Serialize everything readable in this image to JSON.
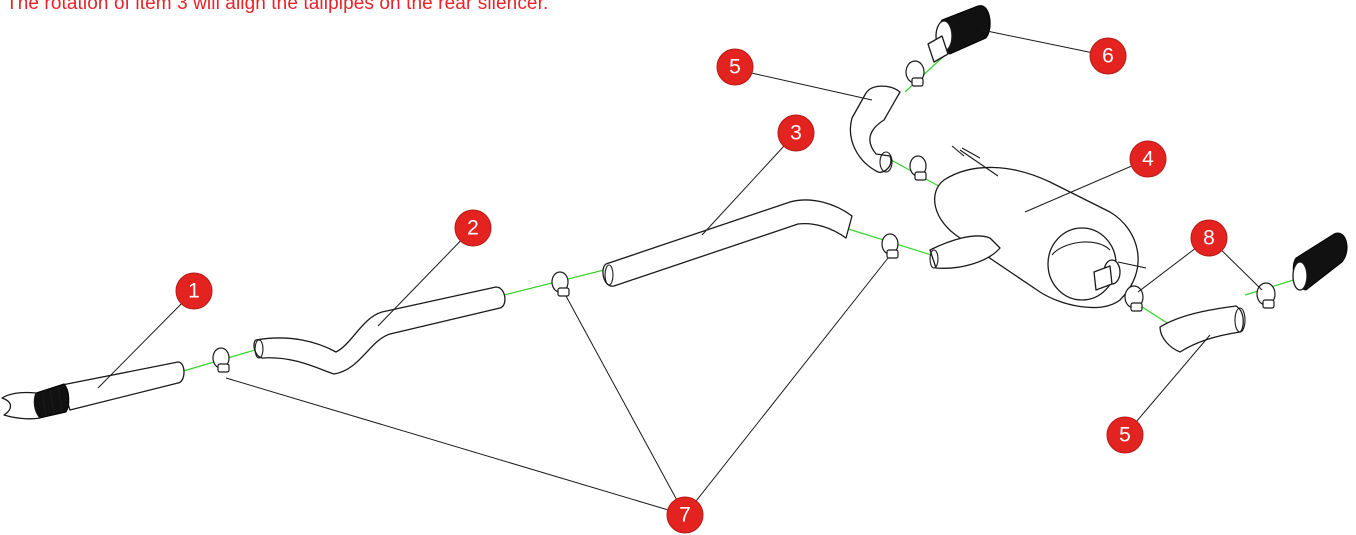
{
  "note": "The rotation of item 3 will align the tailpipes on the rear silencer.",
  "callouts": {
    "c1": "1",
    "c2": "2",
    "c3": "3",
    "c4": "4",
    "c5a": "5",
    "c5b": "5",
    "c6": "6",
    "c7": "7",
    "c8": "8"
  },
  "colors": {
    "callout_fill": "#e2231f",
    "note_text": "#e8232a",
    "alignment_axis": "#35d42c"
  }
}
